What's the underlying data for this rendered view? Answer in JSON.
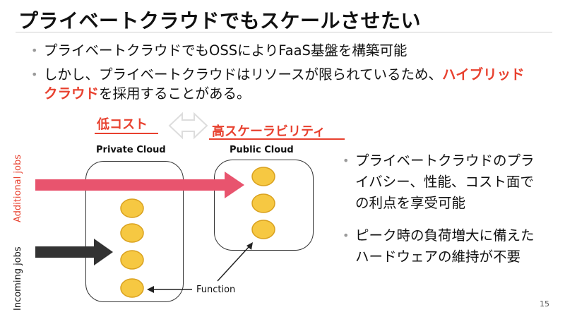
{
  "slide": {
    "title": "プライベートクラウドでもスケールさせたい",
    "bullets": [
      {
        "text": "プライベートクラウドでもOSSによりFaaS基盤を構築可能"
      },
      {
        "pre": "しかし、プライベートクラウドはリソースが限られているため、",
        "highlight": "ハイブリッドクラウド",
        "post": "を採用することがある。"
      }
    ],
    "diagram": {
      "low_cost_label": "低コスト",
      "high_scale_label": "高スケーラビリティ",
      "private_cloud_label": "Private Cloud",
      "public_cloud_label": "Public Cloud",
      "additional_jobs_label": "Additional jobs",
      "incoming_jobs_label": "Incoming jobs",
      "function_label": "Function",
      "colors": {
        "accent": "#e8412f",
        "pink_arrow": "#e8546e",
        "dark_arrow": "#333333",
        "function_fill": "#f6c842",
        "function_stroke": "#d9a11e"
      }
    },
    "right_bullets": [
      "プライベートクラウドのプライバシー、性能、コスト面での利点を享受可能",
      "ピーク時の負荷増大に備えたハードウェアの維持が不要"
    ],
    "page_number": "15"
  }
}
